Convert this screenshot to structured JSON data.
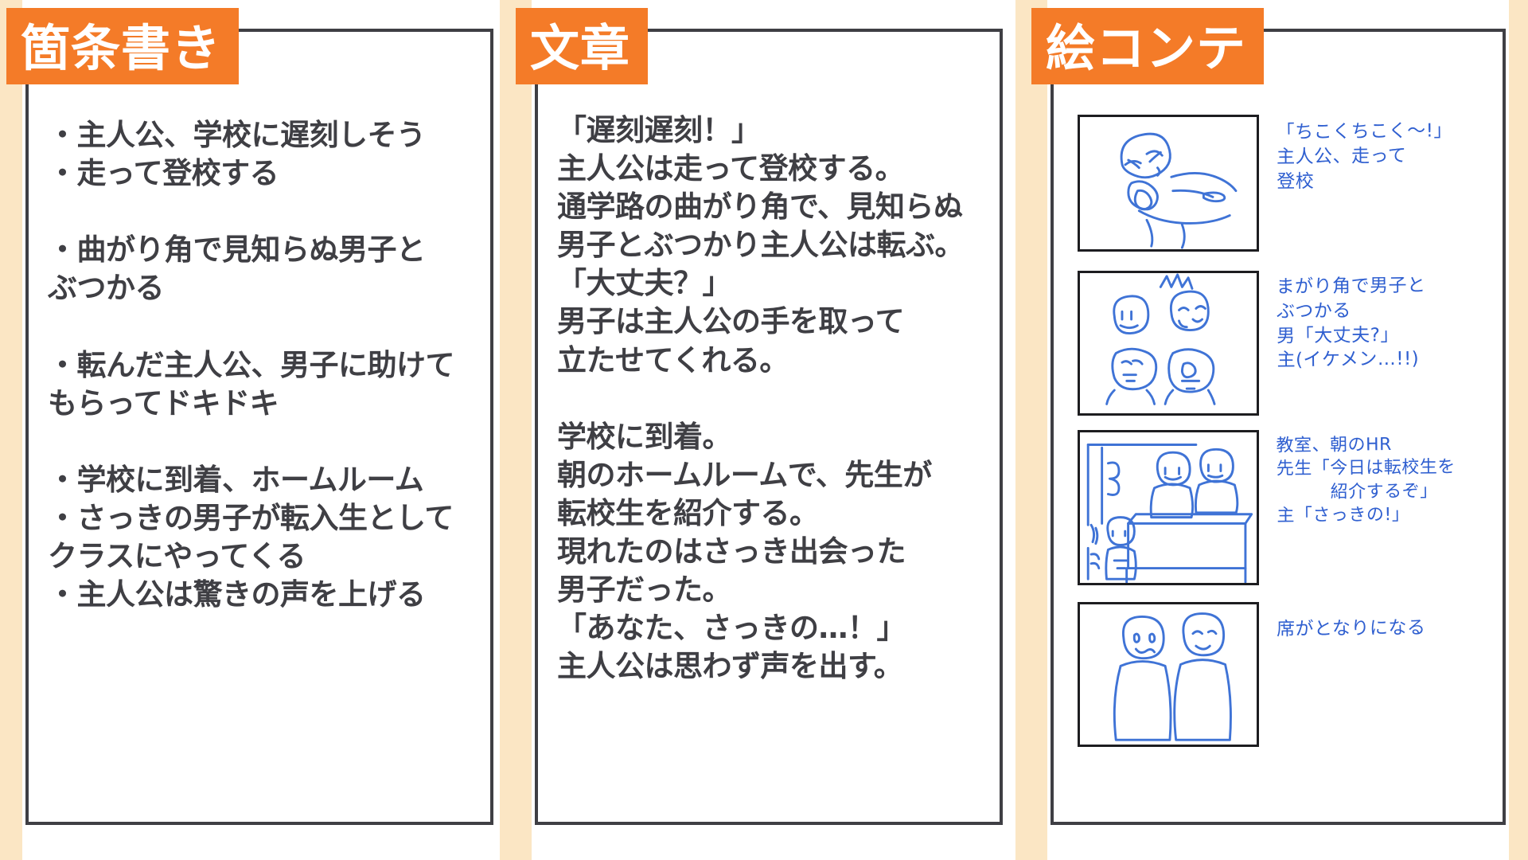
{
  "colors": {
    "accent": "#f47b28",
    "band": "#fbe6c4",
    "text": "#3f3f44",
    "ink": "#2f5fd0",
    "frame": "#3f3f44"
  },
  "panels": [
    {
      "id": "bullets",
      "header": "箇条書き",
      "body": "・主人公、学校に遅刻しそう\n・走って登校する\n\n・曲がり角で見知らぬ男子と\nぶつかる\n\n・転んだ主人公、男子に助けて\nもらってドキドキ\n\n・学校に到着、ホームルーム\n・さっきの男子が転入生として\nクラスにやってくる\n・主人公は驚きの声を上げる"
    },
    {
      "id": "prose",
      "header": "文章",
      "body": "「遅刻遅刻！」\n主人公は走って登校する。\n通学路の曲がり角で、見知らぬ\n男子とぶつかり主人公は転ぶ。\n「大丈夫？」\n男子は主人公の手を取って\n立たせてくれる。\n\n学校に到着。\n朝のホームルームで、先生が\n転校生を紹介する。\n現れたのはさっき出会った\n男子だった。\n「あなた、さっきの…！」\n主人公は思わず声を出す。"
    },
    {
      "id": "storyboard",
      "header": "絵コンテ",
      "frames": [
        {
          "sketch": "running-student-with-phone",
          "note": "「ちこくちこく〜!」\n主人公、走って\n登校"
        },
        {
          "sketch": "two-students-colliding",
          "note": "まがり角で男子と\nぶつかる\n男「大丈夫?」\n主(イケメン…!!)"
        },
        {
          "sketch": "classroom-teacher-and-transfer-student",
          "note": "教室、朝のHR\n先生「今日は転校生を\n　　　紹介するぞ」\n主「さっきの!」"
        },
        {
          "sketch": "two-students-seated-side-by-side",
          "note": "席がとなりになる"
        }
      ]
    }
  ]
}
